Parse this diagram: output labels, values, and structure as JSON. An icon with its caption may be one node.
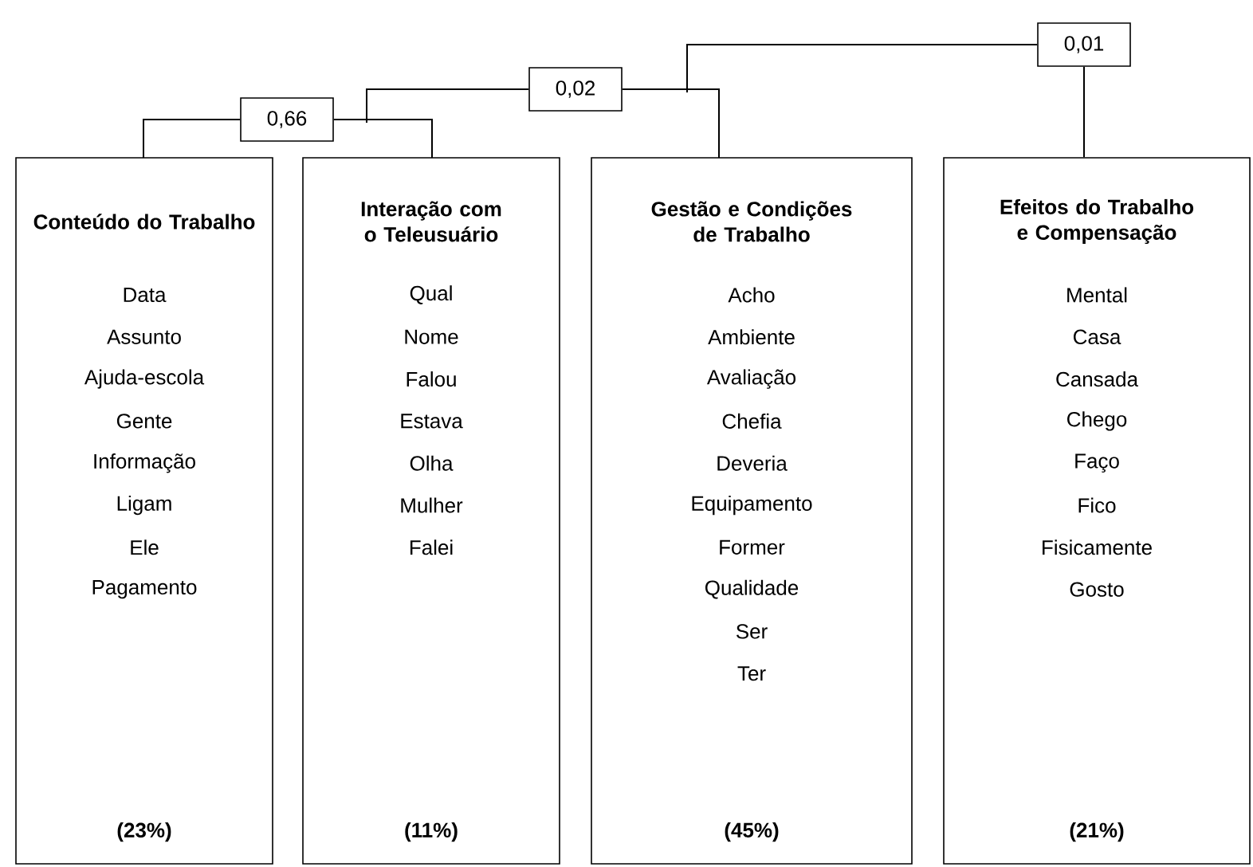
{
  "diagram": {
    "nodes": [
      {
        "text": [
          "Conteúdo do Trabalho",
          "Data",
          "Assunto",
          "Ajuda-escola",
          "Gente",
          "Informação",
          "Ligam",
          "Ele",
          "Pagamento",
          "(23%)"
        ]
      },
      {
        "text": [
          "Interação com o Teleusuário",
          "Qual",
          "Nome",
          "Falou",
          "Estava",
          "Olha",
          "Mulher",
          "Falei",
          "(11%)"
        ]
      },
      {
        "text": [
          "Gestão e Condições de Trabalho",
          "Acho",
          "Ambiente",
          "Avaliação",
          "Chefia",
          "Deveria",
          "Equipamento",
          "Former",
          "Qualidade",
          "Ser",
          "Ter",
          "(45%)"
        ]
      },
      {
        "text": [
          "Efeitos do Trabalho e Compensação",
          "Mental",
          "Casa",
          "Cansada",
          "Chego",
          "Faço",
          "Fico",
          "Fisicamente",
          "Gosto",
          "(21%)"
        ]
      },
      {
        "text": [
          "0,66"
        ]
      },
      {
        "text": [
          "0,02"
        ]
      },
      {
        "text": [
          "0,01"
        ]
      }
    ],
    "edges": [
      {
        "from": 4,
        "to": 0,
        "arrow": "none"
      },
      {
        "from": 4,
        "to": 1,
        "arrow": "none"
      },
      {
        "from": 5,
        "to": 4,
        "arrow": "none"
      },
      {
        "from": 5,
        "to": 2,
        "arrow": "none"
      },
      {
        "from": 6,
        "to": 5,
        "arrow": "none"
      },
      {
        "from": 6,
        "to": 3,
        "arrow": "none"
      }
    ]
  }
}
